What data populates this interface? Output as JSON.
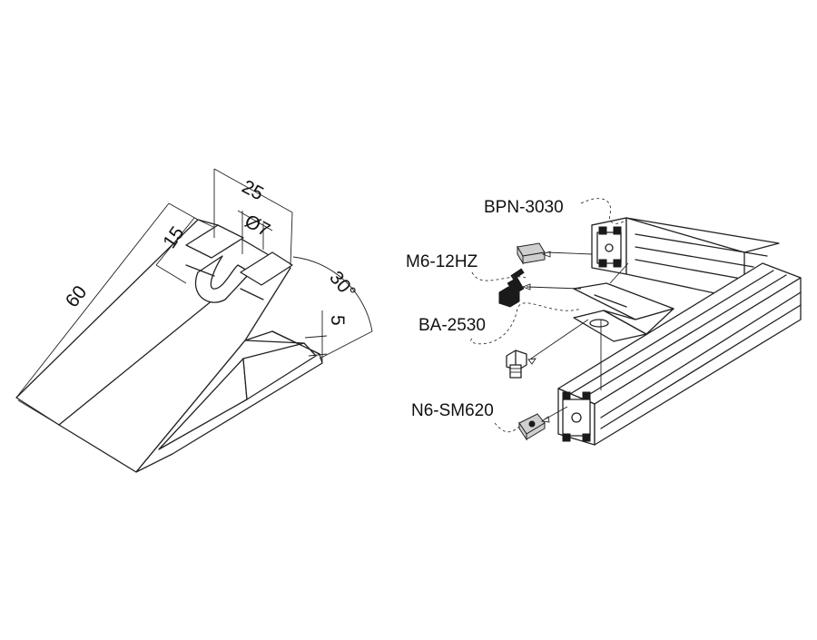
{
  "bracket_dimensions": {
    "length": "60",
    "slot_length": "15",
    "width": "25",
    "hole_diameter": "Ø7",
    "angle": "30°",
    "thickness": "5"
  },
  "assembly_labels": {
    "profile": "BPN-3030",
    "bolt": "M6-12HZ",
    "bracket": "BA-2530",
    "nut": "N6-SM620"
  }
}
